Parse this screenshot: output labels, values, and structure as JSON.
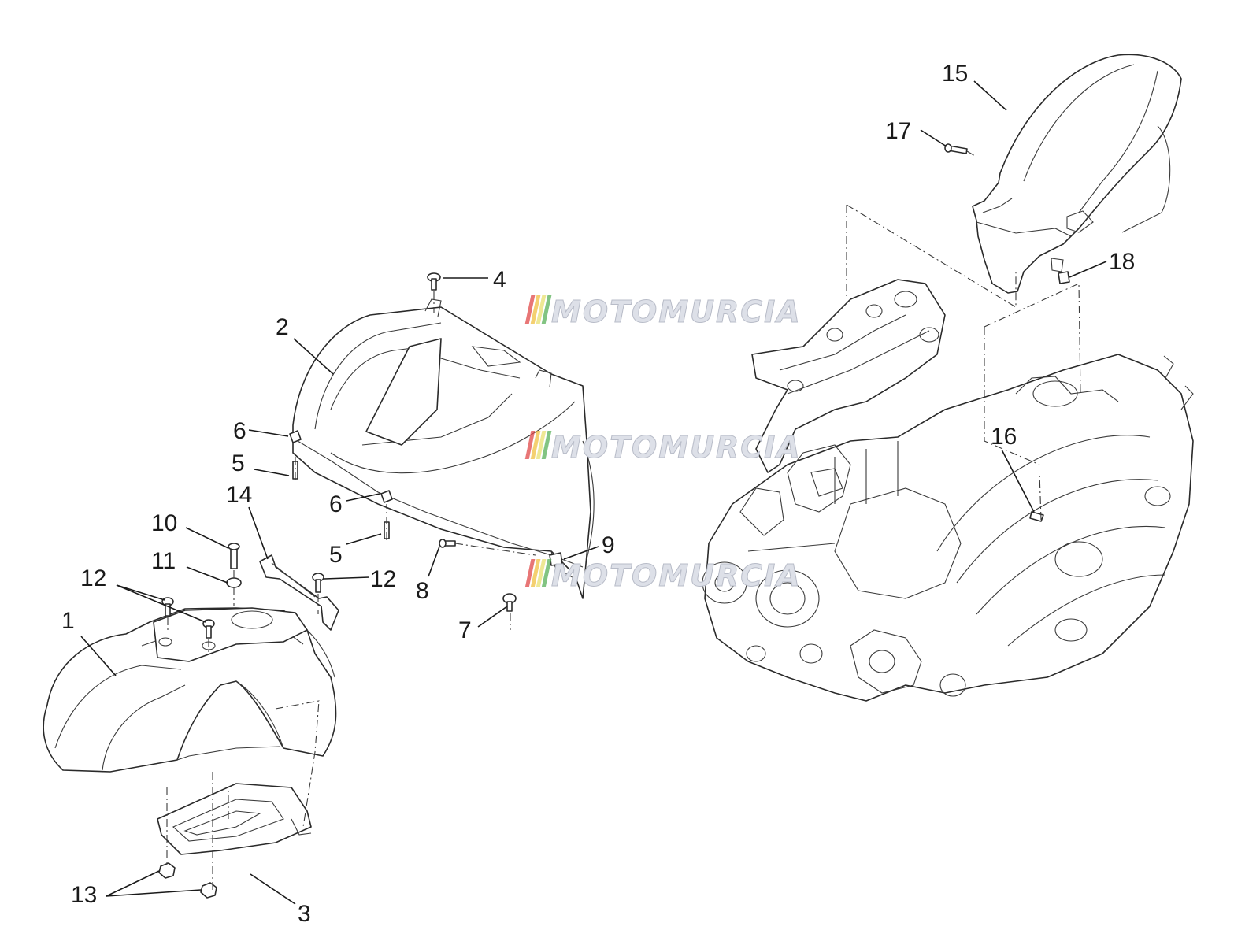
{
  "watermark": {
    "text": "MOTOMURCIA",
    "stripe_colors": [
      "#e04848",
      "#f0c040",
      "#e8e070",
      "#58b058"
    ],
    "text_color": "#dde0e8",
    "outline_color": "#b8bcc8"
  },
  "callouts": [
    {
      "id": "c1",
      "label": "1"
    },
    {
      "id": "c2",
      "label": "2"
    },
    {
      "id": "c3",
      "label": "3"
    },
    {
      "id": "c4",
      "label": "4"
    },
    {
      "id": "c5a",
      "label": "5"
    },
    {
      "id": "c5b",
      "label": "5"
    },
    {
      "id": "c6a",
      "label": "6"
    },
    {
      "id": "c6b",
      "label": "6"
    },
    {
      "id": "c7",
      "label": "7"
    },
    {
      "id": "c8",
      "label": "8"
    },
    {
      "id": "c9",
      "label": "9"
    },
    {
      "id": "c10",
      "label": "10"
    },
    {
      "id": "c11",
      "label": "11"
    },
    {
      "id": "c12a",
      "label": "12"
    },
    {
      "id": "c12b",
      "label": "12"
    },
    {
      "id": "c13",
      "label": "13"
    },
    {
      "id": "c14",
      "label": "14"
    },
    {
      "id": "c15",
      "label": "15"
    },
    {
      "id": "c16",
      "label": "16"
    },
    {
      "id": "c17",
      "label": "17"
    },
    {
      "id": "c18",
      "label": "18"
    }
  ]
}
